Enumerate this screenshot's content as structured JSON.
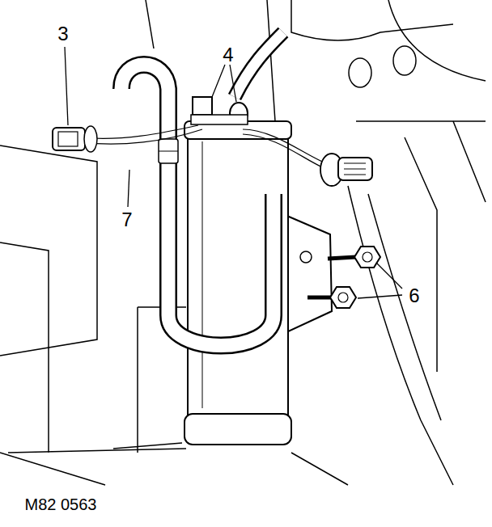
{
  "diagram": {
    "labels": [
      "3",
      "4",
      "7",
      "6",
      "M82 0563"
    ]
  }
}
